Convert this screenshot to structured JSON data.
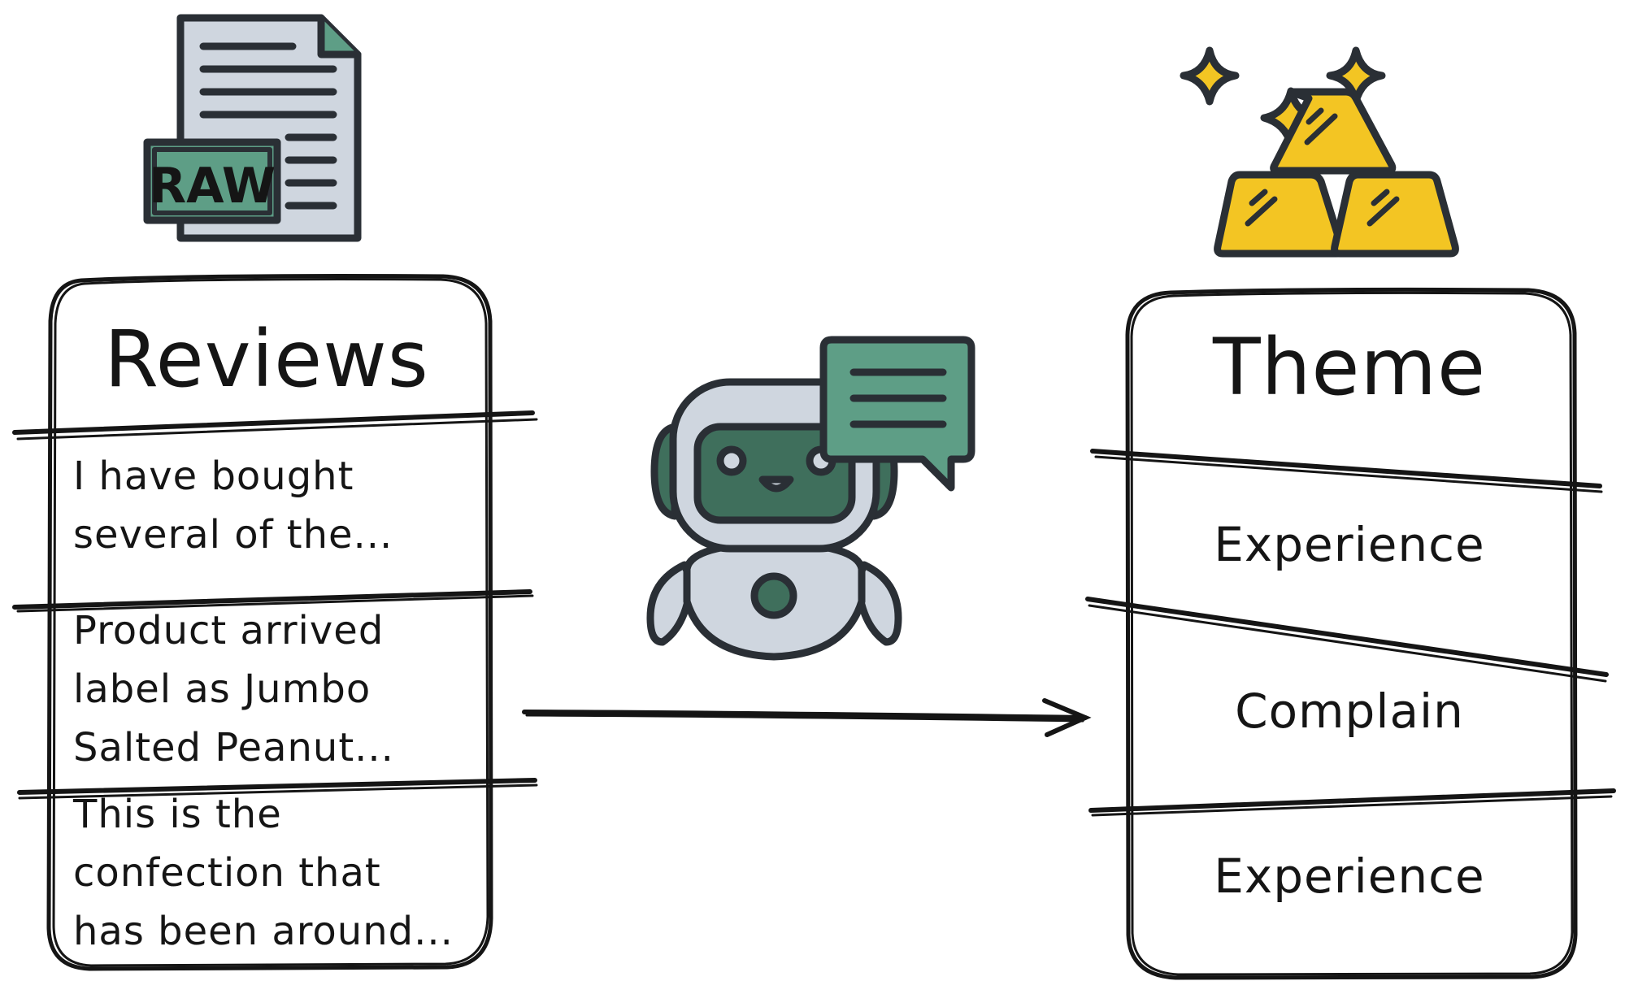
{
  "raw_file": {
    "badge": "RAW"
  },
  "reviews": {
    "title": "Reviews",
    "rows": [
      {
        "lines": [
          "I have bought",
          "several of the..."
        ]
      },
      {
        "lines": [
          "Product arrived",
          "label as Jumbo",
          "Salted Peanut..."
        ]
      },
      {
        "lines": [
          "This is the",
          "confection that",
          "has been around..."
        ]
      }
    ]
  },
  "theme": {
    "title": "Theme",
    "rows": [
      "Experience",
      "Complain",
      "Experience"
    ]
  },
  "colors": {
    "ink": "#151515",
    "accent_green": "#5e9e86",
    "dark_green": "#3f6f5c",
    "paper_gray": "#cfd6df",
    "gold": "#f3c523",
    "gold_dark": "#d9a812"
  },
  "icons": [
    "raw-file-icon",
    "robot-icon",
    "chat-bubble-icon",
    "gold-bars-icon",
    "sparkle-icon"
  ]
}
